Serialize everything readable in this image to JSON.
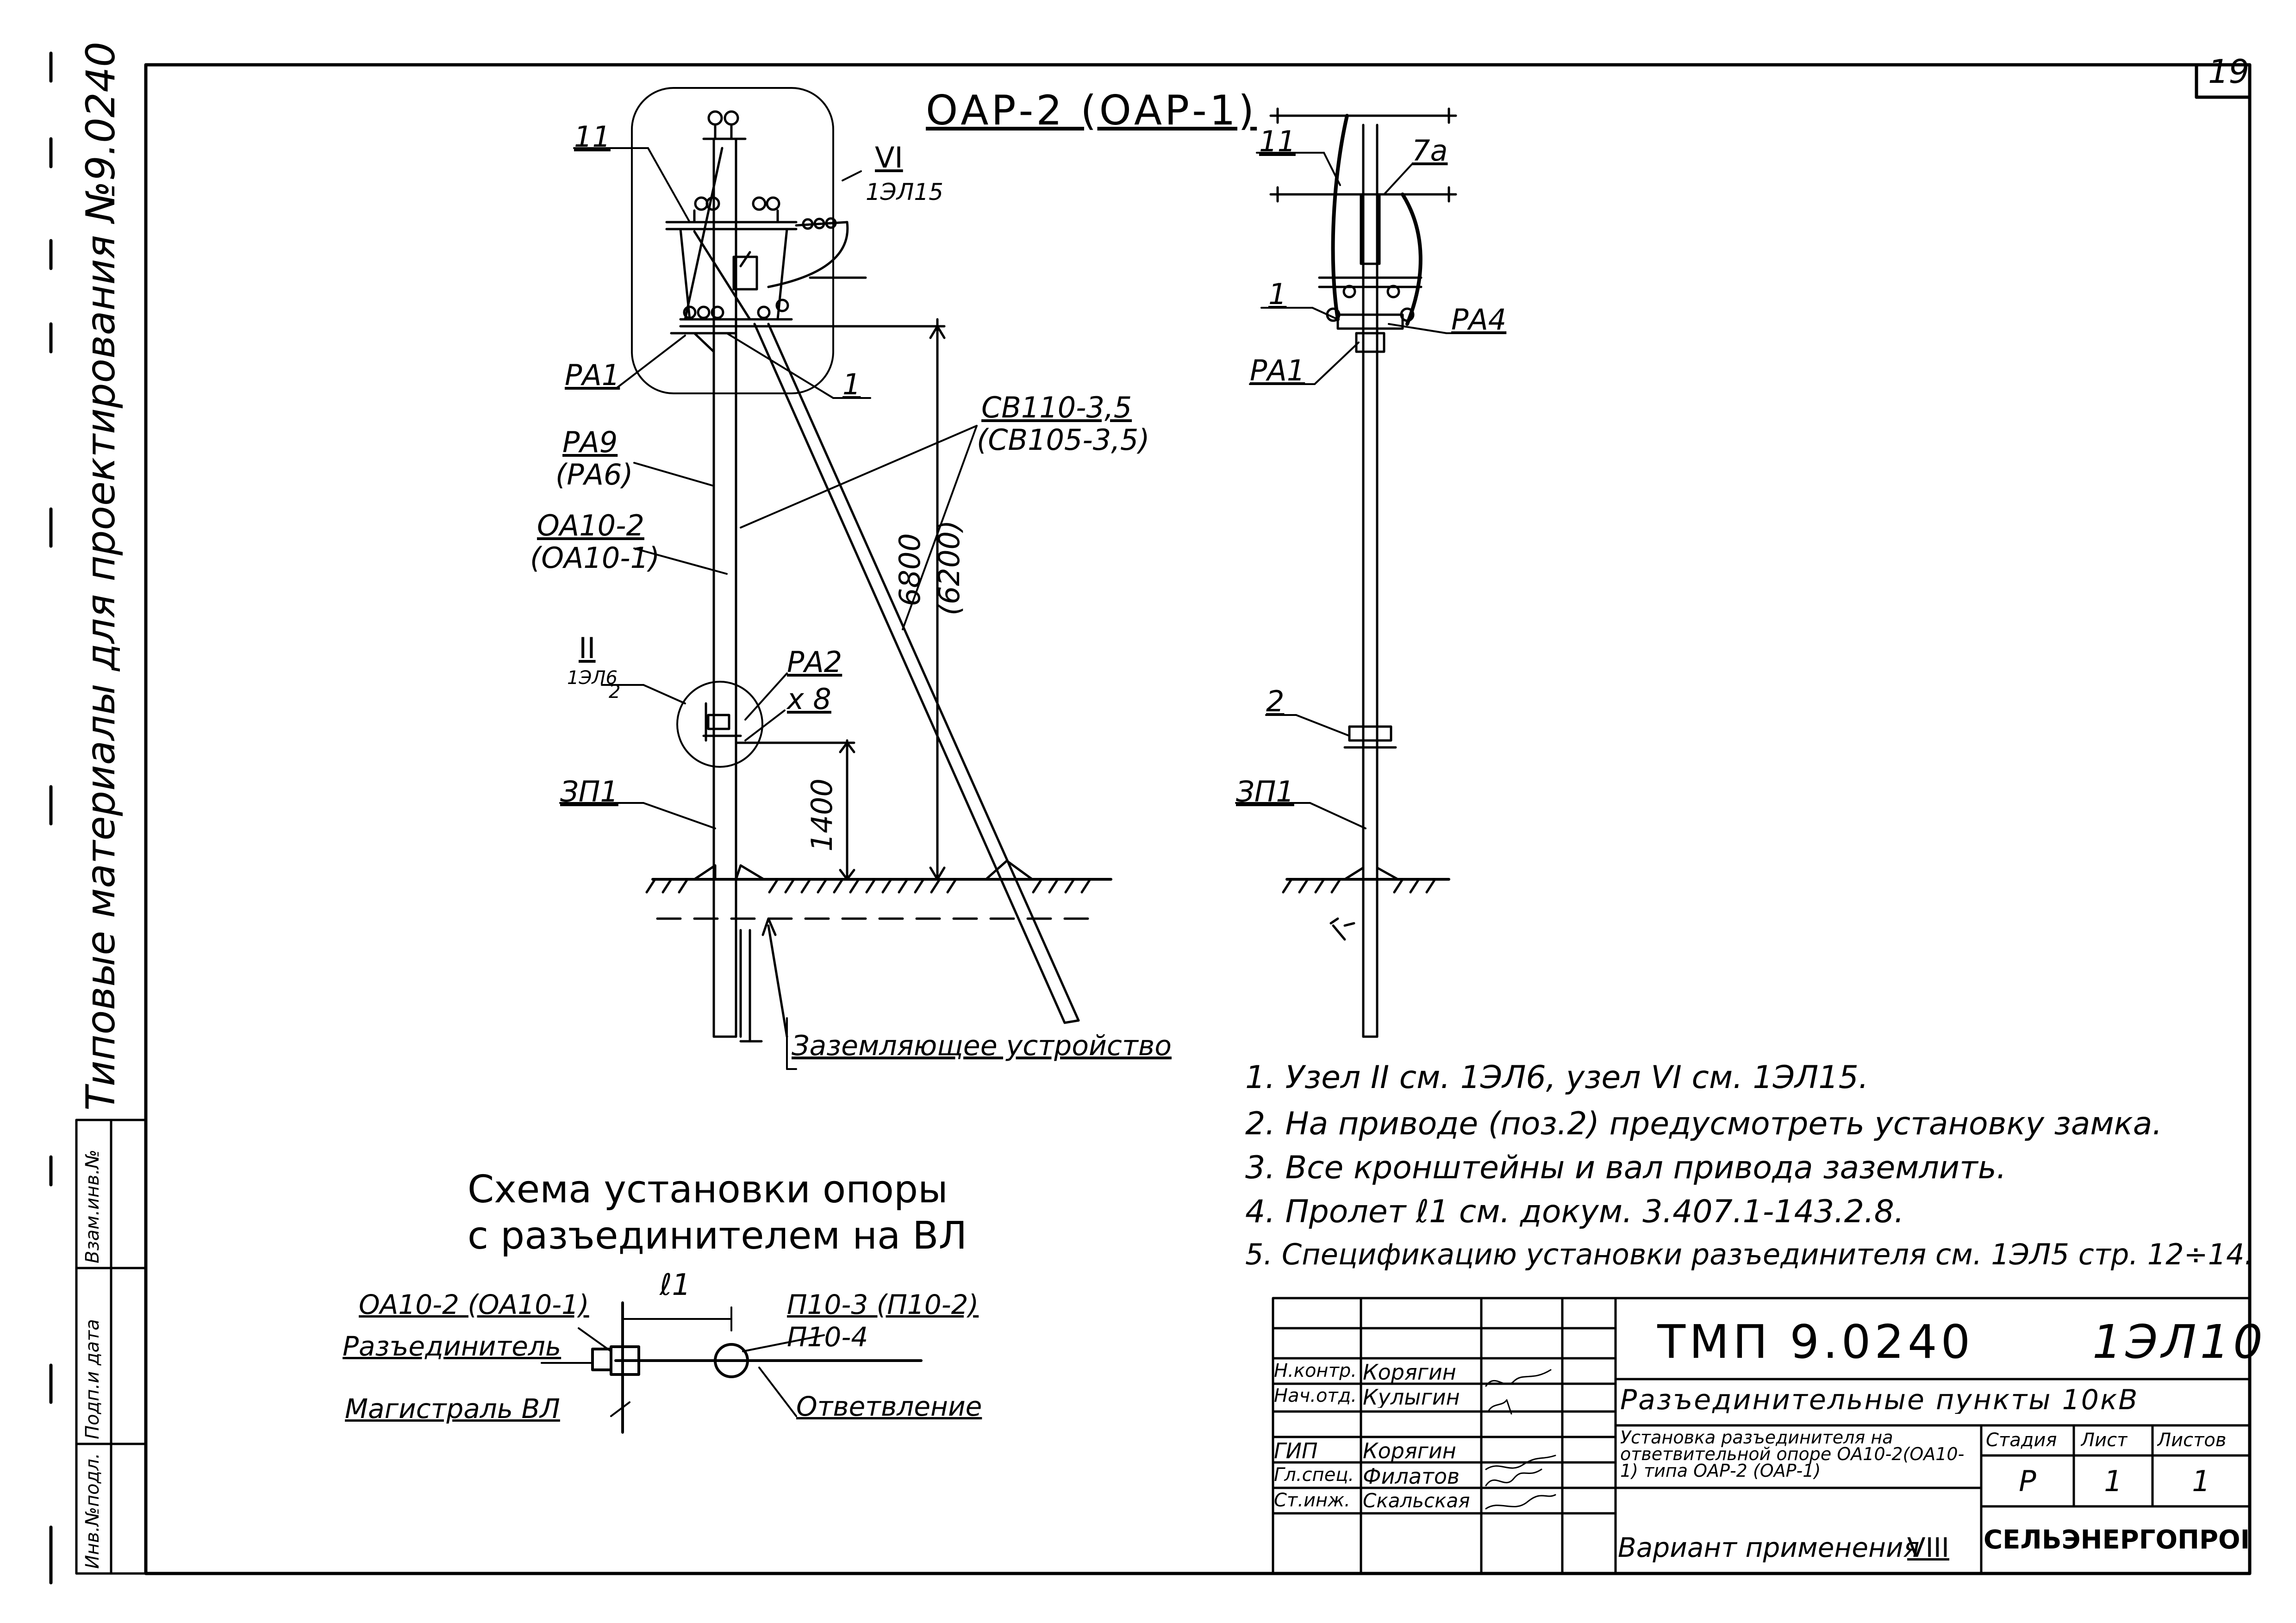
{
  "page_number": "19",
  "side_title": "Типовые материалы для проектирования №9.0240",
  "side_stamp": {
    "col1": "Инв.№подл.",
    "col2": "Подп.и дата",
    "col3": "Взам.инв.№"
  },
  "front_view": {
    "title": "ОАР-2 (ОАР-1)",
    "labels": {
      "l11": "11",
      "node_vi": "VI",
      "node_vi_ref": "1ЭЛ15",
      "ra1": "РА1",
      "l1": "1",
      "ra9": "РА9",
      "ra6": "(РА6)",
      "sv110": "СВ110-3,5",
      "sv105": "(СВ105-3,5)",
      "oa10_2": "ОА10-2",
      "oa10_1": "(ОА10-1)",
      "dim_6800": "6800",
      "dim_6200": "(6200)",
      "node_ii": "II",
      "node_ii_ref": "1ЭЛ6",
      "node_ii_sub": "2",
      "ra2": "РА2",
      "x8": "х 8",
      "zp1": "ЗП1",
      "dim_1400": "1400",
      "grounding": "Заземляющее устройство"
    }
  },
  "side_view": {
    "labels": {
      "l11": "11",
      "l7a": "7а",
      "l1": "1",
      "ra4": "РА4",
      "ra1": "РА1",
      "l2": "2",
      "zp1": "ЗП1"
    }
  },
  "notes": [
    "1. Узел II см. 1ЭЛ6, узел VI см. 1ЭЛ15.",
    "2. На приводе (поз.2) предусмотреть установку замка.",
    "3. Все кронштейны и вал привода заземлить.",
    "4. Пролет ℓ1 см. докум. 3.407.1-143.2.8.",
    "5. Спецификацию установки разъединителя см. 1ЭЛ5 стр. 12÷14."
  ],
  "scheme": {
    "title_line1": "Схема установки опоры",
    "title_line2": "с разъединителем на ВЛ",
    "span": "ℓ1",
    "left_support": "ОА10-2 (ОА10-1)",
    "disconnector": "Разъединитель",
    "main_line": "Магистраль ВЛ",
    "right_support_1": "П10-3 (П10-2)",
    "right_support_2": "П10-4",
    "branch": "Ответвление"
  },
  "title_block": {
    "doc_code": "ТМП 9.0240",
    "sheet_code": "1ЭЛ10",
    "project_title": "Разъединительные пункты 10кВ",
    "drawing_title": "Установка разъединителя на ответвительной опоре ОА10-2(ОА10-1) типа ОАР-2 (ОАР-1)",
    "variant_label": "Вариант применения",
    "variant_value": "VIII",
    "stage_header": "Стадия",
    "sheet_header": "Лист",
    "sheets_header": "Листов",
    "stage": "Р",
    "sheet": "1",
    "sheets": "1",
    "organization": "СЕЛЬЭНЕРГОПРОЕКТ",
    "staff": [
      {
        "role": "Н.контр.",
        "name": "Корягин"
      },
      {
        "role": "Нач.отд.",
        "name": "Кулыгин"
      },
      {
        "role": "ГИП",
        "name": "Корягин"
      },
      {
        "role": "Гл.спец.",
        "name": "Филатов"
      },
      {
        "role": "Ст.инж.",
        "name": "Скальская"
      }
    ]
  }
}
